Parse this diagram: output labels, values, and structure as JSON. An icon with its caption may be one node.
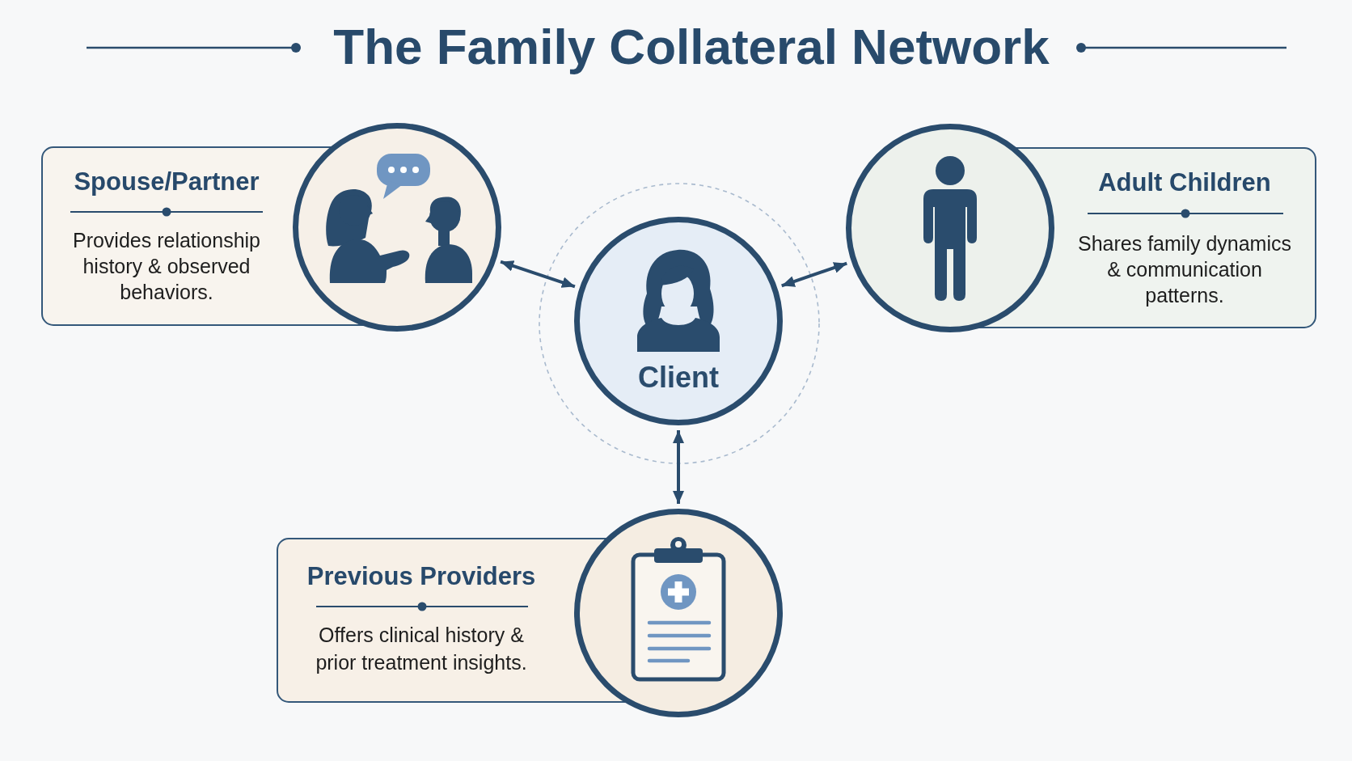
{
  "diagram": {
    "title": "The Family Collateral Network",
    "nodes": [
      {
        "text": [
          "Spouse/Partner",
          "Provides relationship history & observed behaviors."
        ]
      },
      {
        "text": [
          "Adult Children",
          "Shares family dynamics & communication patterns."
        ]
      },
      {
        "text": [
          "Client"
        ]
      },
      {
        "text": [
          "Previous Providers",
          "Offers clinical history & prior treatment insights."
        ]
      }
    ],
    "edges": [
      {
        "from": 2,
        "to": 0,
        "arrow": "both"
      },
      {
        "from": 2,
        "to": 1,
        "arrow": "both"
      },
      {
        "from": 2,
        "to": 3,
        "arrow": "both"
      }
    ]
  }
}
